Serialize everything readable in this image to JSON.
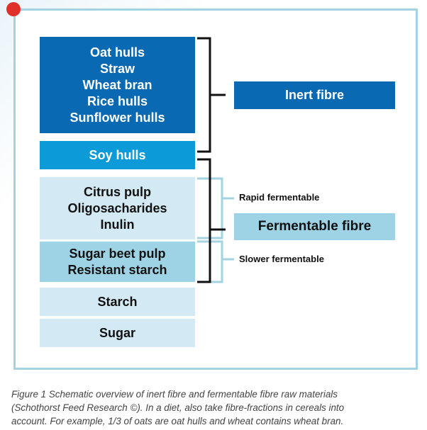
{
  "diagram": {
    "boxes": [
      {
        "id": "inert-materials",
        "lines": [
          "Oat hulls",
          "Straw",
          "Wheat bran",
          "Rice hulls",
          "Sunflower hulls"
        ],
        "color": "#0a69b3"
      },
      {
        "id": "soy-hulls",
        "lines": [
          "Soy hulls"
        ],
        "color": "#0d9ad9"
      },
      {
        "id": "rapid-materials",
        "lines": [
          "Citrus pulp",
          "Oligosacharides",
          "Inulin"
        ],
        "color": "#d3e9f4"
      },
      {
        "id": "slower-materials",
        "lines": [
          "Sugar beet pulp",
          "Resistant starch"
        ],
        "color": "#9ed3e5"
      },
      {
        "id": "starch",
        "lines": [
          "Starch"
        ],
        "color": "#d3e9f4"
      },
      {
        "id": "sugar",
        "lines": [
          "Sugar"
        ],
        "color": "#d3e9f4"
      }
    ],
    "labels": {
      "inert_fibre": "Inert fibre",
      "fermentable_fibre": "Fermentable fibre",
      "rapid_fermentable": "Rapid fermentable",
      "slower_fermentable": "Slower fermentable"
    },
    "colors": {
      "dark_blue": "#0a69b3",
      "mid_blue": "#0d9ad9",
      "pale_blue": "#d3e9f4",
      "light_blue": "#9ed3e5",
      "frame": "#a3d2e1",
      "accent_dot": "#e0302a"
    }
  },
  "caption": {
    "line1": "Figure 1 Schematic overview of inert fibre and fermentable fibre raw materials",
    "line2": "(Schothorst Feed Research ©). In a diet, also take fibre-fractions  in cereals into",
    "line3": "account. For example, 1/3 of oats are oat hulls and wheat contains wheat bran."
  }
}
